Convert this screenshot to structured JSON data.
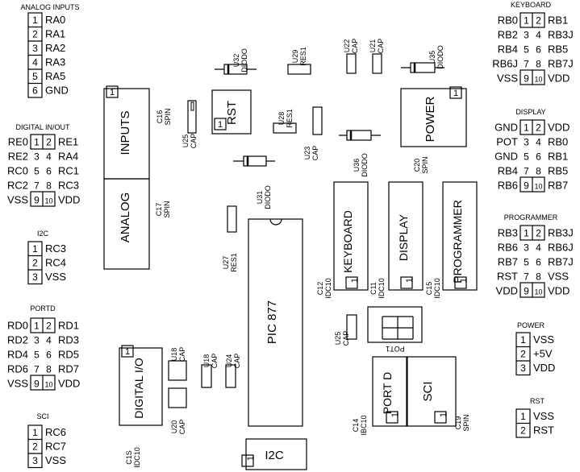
{
  "headers": [
    {
      "text": "ANALOG INPUTS"
    },
    {
      "text": "DIGITAL IN/OUT"
    },
    {
      "text": "I2C"
    },
    {
      "text": "PORTD"
    },
    {
      "text": "SCI"
    },
    {
      "text": "KEYBOARD"
    },
    {
      "text": "DISPLAY"
    },
    {
      "text": "PROGRAMMER"
    },
    {
      "text": "POWER"
    },
    {
      "text": "RST"
    }
  ],
  "single_connectors": [
    {
      "name": "analog-inputs-connector",
      "pins": [
        {
          "n": "1",
          "label": "RA0"
        },
        {
          "n": "2",
          "label": "RA1"
        },
        {
          "n": "3",
          "label": "RA2"
        },
        {
          "n": "4",
          "label": "RA3"
        },
        {
          "n": "5",
          "label": "RA5"
        },
        {
          "n": "6",
          "label": "GND"
        }
      ]
    },
    {
      "name": "i2c-connector",
      "pins": [
        {
          "n": "1",
          "label": "RC3"
        },
        {
          "n": "2",
          "label": "RC4"
        },
        {
          "n": "3",
          "label": "VSS"
        }
      ]
    },
    {
      "name": "sci-connector",
      "pins": [
        {
          "n": "1",
          "label": "RC6"
        },
        {
          "n": "2",
          "label": "RC7"
        },
        {
          "n": "3",
          "label": "VSS"
        }
      ]
    },
    {
      "name": "power-connector",
      "pins": [
        {
          "n": "1",
          "label": "VSS"
        },
        {
          "n": "2",
          "label": "+5V"
        },
        {
          "n": "3",
          "label": "VDD"
        }
      ]
    },
    {
      "name": "rst-connector",
      "pins": [
        {
          "n": "1",
          "label": "VSS"
        },
        {
          "n": "2",
          "label": "RST"
        }
      ]
    }
  ],
  "double_connectors": [
    {
      "name": "digital-io-connector",
      "rows": [
        {
          "l": "RE0",
          "a": "1",
          "b": "2",
          "r": "RE1"
        },
        {
          "l": "RE2",
          "a": "3",
          "b": "4",
          "r": "RA4"
        },
        {
          "l": "RC0",
          "a": "5",
          "b": "6",
          "r": "RC1"
        },
        {
          "l": "RC2",
          "a": "7",
          "b": "8",
          "r": "RC3"
        },
        {
          "l": "VSS",
          "a": "9",
          "b": "10",
          "r": "VDD"
        }
      ]
    },
    {
      "name": "portd-connector",
      "rows": [
        {
          "l": "RD0",
          "a": "1",
          "b": "2",
          "r": "RD1"
        },
        {
          "l": "RD2",
          "a": "3",
          "b": "4",
          "r": "RD3"
        },
        {
          "l": "RD4",
          "a": "5",
          "b": "6",
          "r": "RD5"
        },
        {
          "l": "RD6",
          "a": "7",
          "b": "8",
          "r": "RD7"
        },
        {
          "l": "VSS",
          "a": "9",
          "b": "10",
          "r": "VDD"
        }
      ]
    },
    {
      "name": "keyboard-connector",
      "rows": [
        {
          "l": "RB0",
          "a": "1",
          "b": "2",
          "r": "RB1"
        },
        {
          "l": "RB2",
          "a": "3",
          "b": "4",
          "r": "RB3J"
        },
        {
          "l": "RB4",
          "a": "5",
          "b": "6",
          "r": "RB5"
        },
        {
          "l": "RB6J",
          "a": "7",
          "b": "8",
          "r": "RB7J"
        },
        {
          "l": "VSS",
          "a": "9",
          "b": "10",
          "r": "VDD"
        }
      ]
    },
    {
      "name": "display-connector",
      "rows": [
        {
          "l": "GND",
          "a": "1",
          "b": "2",
          "r": "VDD"
        },
        {
          "l": "POT",
          "a": "3",
          "b": "4",
          "r": "RB0"
        },
        {
          "l": "GND",
          "a": "5",
          "b": "6",
          "r": "RB1"
        },
        {
          "l": "RB4",
          "a": "7",
          "b": "8",
          "r": "RB5"
        },
        {
          "l": "RB6",
          "a": "9",
          "b": "10",
          "r": "RB7"
        }
      ]
    },
    {
      "name": "programmer-connector",
      "rows": [
        {
          "l": "RB3",
          "a": "1",
          "b": "2",
          "r": "RB3J"
        },
        {
          "l": "RB6",
          "a": "3",
          "b": "4",
          "r": "RB6J"
        },
        {
          "l": "RB7",
          "a": "5",
          "b": "6",
          "r": "RB7J"
        },
        {
          "l": "RST",
          "a": "7",
          "b": "8",
          "r": "VSS"
        },
        {
          "l": "VDD",
          "a": "9",
          "b": "10",
          "r": "VDD"
        }
      ]
    }
  ],
  "boxes": [
    {
      "name": "inputs-header",
      "label": "INPUTS",
      "pin": "1"
    },
    {
      "name": "analog-header",
      "label": "ANALOG"
    },
    {
      "name": "rst-button",
      "label": "RST",
      "pin": "1"
    },
    {
      "name": "power-header",
      "label": "POWER",
      "pin": "1"
    },
    {
      "name": "keyboard-header",
      "label": "KEYBOARD",
      "pin": "1"
    },
    {
      "name": "display-header",
      "label": "DISPLAY",
      "pin": "1"
    },
    {
      "name": "programmer-header",
      "label": "PROGRAMMER",
      "pin": "1"
    },
    {
      "name": "pic-chip",
      "label": "PIC 877"
    },
    {
      "name": "digital-io-header",
      "label": "DIGITAL I/O",
      "pin": "1"
    },
    {
      "name": "portd-header",
      "label": "PORT D",
      "pin": "1"
    },
    {
      "name": "sci-header",
      "label": "SCI",
      "pin": "1"
    },
    {
      "name": "i2c-header",
      "label": "I2C",
      "pin": "1"
    },
    {
      "name": "pot1",
      "label": "POT1"
    }
  ],
  "component_labels": [
    {
      "line1": "U32",
      "line2": "DIODO"
    },
    {
      "line1": "U29",
      "line2": "RES1"
    },
    {
      "line1": "U22",
      "line2": "CAP"
    },
    {
      "line1": "U21",
      "line2": "CAP"
    },
    {
      "line1": "U35",
      "line2": "DIODO"
    },
    {
      "line1": "C16",
      "line2": "SPIN"
    },
    {
      "line1": "U25",
      "line2": "CAP"
    },
    {
      "line1": "U28",
      "line2": "RES1"
    },
    {
      "line1": "U23",
      "line2": "CAP"
    },
    {
      "line1": "U36",
      "line2": "DIODO"
    },
    {
      "line1": "C20",
      "line2": "SPIN"
    },
    {
      "line1": "U31",
      "line2": "DIODO"
    },
    {
      "line1": "C17",
      "line2": "SPIN"
    },
    {
      "line1": "U27",
      "line2": "RES1"
    },
    {
      "line1": "C12",
      "line2": "IDC10"
    },
    {
      "line1": "C11",
      "line2": "IDC10"
    },
    {
      "line1": "C15",
      "line2": "IDC10"
    },
    {
      "line1": "U25",
      "line2": "CAP"
    },
    {
      "line1": "U18",
      "line2": "CAP"
    },
    {
      "line1": "U18",
      "line2": "CAP"
    },
    {
      "line1": "U24",
      "line2": "CAP"
    },
    {
      "line1": "U20",
      "line2": "CAP"
    },
    {
      "line1": "C1S",
      "line2": "IDC10"
    },
    {
      "line1": "C14",
      "line2": "IBC10"
    },
    {
      "line1": "C19",
      "line2": "SPIN"
    }
  ]
}
